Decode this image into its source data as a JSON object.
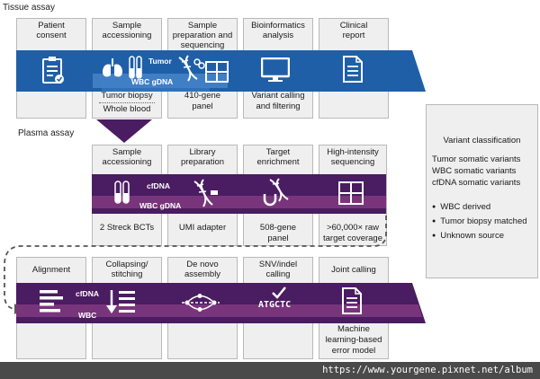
{
  "tissue": {
    "section_label": "Tissue assay",
    "steps": [
      {
        "title": "Patient consent",
        "bottom": ""
      },
      {
        "title": "Sample accessioning",
        "bottom": ""
      },
      {
        "title": "Sample preparation and sequencing",
        "bottom": "410-gene panel"
      },
      {
        "title": "Bioinformatics analysis",
        "bottom": "Variant calling and filtering"
      },
      {
        "title": "Clinical report",
        "bottom": ""
      }
    ],
    "tumor_label": "Tumor",
    "wbc_gdna_label": "WBC gDNA",
    "tumor_biopsy": "Tumor biopsy",
    "whole_blood": "Whole blood"
  },
  "plasma": {
    "section_label": "Plasma assay",
    "steps": [
      {
        "title": "Sample accessioning",
        "bottom": "2 Streck BCTs"
      },
      {
        "title": "Library preparation",
        "bottom": "UMI adapter"
      },
      {
        "title": "Target enrichment",
        "bottom": "508-gene panel"
      },
      {
        "title": "High-intensity sequencing",
        "bottom": ">60,000× raw target coverage"
      }
    ],
    "cfdna_label": "cfDNA",
    "wbc_gdna_label": "WBC gDNA"
  },
  "analysis": {
    "steps": [
      {
        "title": "Alignment",
        "bottom": ""
      },
      {
        "title": "Collapsing/ stitching",
        "bottom": ""
      },
      {
        "title": "De novo assembly",
        "bottom": ""
      },
      {
        "title": "SNV/indel calling",
        "bottom": ""
      },
      {
        "title": "Joint calling",
        "bottom": "Machine learning-based error model"
      }
    ],
    "cfdna_label": "cfDNA",
    "wbc_label": "WBC",
    "sequence_text": "ATGCTC"
  },
  "classification": {
    "title": "Variant classification",
    "variants": [
      "Tumor somatic variants",
      "WBC somatic variants",
      "cfDNA somatic variants"
    ],
    "sources": [
      "WBC derived",
      "Tumor biopsy matched",
      "Unknown source"
    ]
  },
  "footer": {
    "url": "https://www.yourgene.pixnet.net/album"
  },
  "colors": {
    "tissue_blue": "#1f5fa8",
    "tissue_blue_light": "#3f7fc6",
    "plasma_purple": "#4a1c61",
    "plasma_pink": "#8a3d84",
    "box_fill": "#efefef",
    "box_border": "#b9b9b9"
  }
}
